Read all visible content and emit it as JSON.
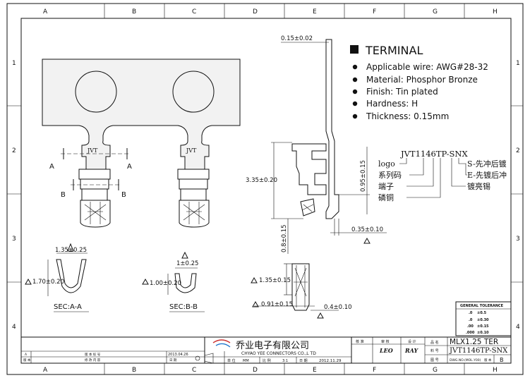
{
  "grid": {
    "cols": [
      "A",
      "B",
      "C",
      "D",
      "E",
      "F",
      "G",
      "H"
    ],
    "rows": [
      "1",
      "2",
      "3",
      "4"
    ]
  },
  "spec": {
    "title": "TERMINAL",
    "items": [
      "Applicable wire: AWG#28-32",
      "Material: Phosphor Bronze",
      "Finish: Tin plated",
      "Hardness: H",
      "Thickness: 0.15mm"
    ]
  },
  "part_code": {
    "code": "JVT1146TP-SNX",
    "left_labels": [
      "logo",
      "系列码",
      "端子",
      "磷铜"
    ],
    "right_labels": [
      "S-先冲后镀",
      "E-先镀后冲",
      "镀亮锡"
    ]
  },
  "dims": {
    "thk_top": "0.15±0.02",
    "h335": "3.35±0.20",
    "h095": "0.95±0.15",
    "w035": "0.35±0.10",
    "h08": "0.8±0.15",
    "h135": "1.35±0.15",
    "w091": "0.91±0.15",
    "w04": "0.4±0.10",
    "secA_w": "1.35±0.25",
    "secA_h": "1.70±0.20",
    "secB_w": "1±0.25",
    "secB_h": "1.00±0.20",
    "sec_a": "SEC:A-A",
    "sec_b": "SEC:B-B",
    "cut_a": "A",
    "cut_b": "B",
    "stamp": "JVT"
  },
  "tolerance": {
    "title": "GENERAL TOLERANCE",
    "rows": [
      [
        ".0",
        "±0.5"
      ],
      [
        ".0",
        "±0.30"
      ],
      [
        ".00",
        "±0.15"
      ],
      [
        ".000",
        "±0.10"
      ]
    ]
  },
  "titleblock": {
    "company_cn": "乔业电子有限公司",
    "company_en": "CHYAO YEE CONNECTORS CO.,L TD",
    "approve_label": "核 准",
    "review_label": "审 核",
    "design_label": "设 计",
    "approve_sig": "",
    "review_sig": "LEO",
    "design_sig": "RAY",
    "name_label": "品 名",
    "name_value": "MLX1.25 TER",
    "partno_label": "料 号",
    "partno_value": "JVT1146TP-SNX",
    "dwgno_label": "图 号",
    "dwgno_value": "DWG.NO.(MOL.Y00)",
    "ver_label": "版 本",
    "ver_value": "B",
    "unit_label": "单 位",
    "unit_value": "MM",
    "scale_label": "比 例",
    "scale_value": "3:1",
    "date_label": "日 期",
    "date_value": "2012.11.29",
    "rev_date": "2013.04.26",
    "rev_label_a": "版 本 标 号",
    "rev_label_b": "修 改 内 容",
    "rev_mark": "A",
    "date_hdr": "日 期",
    "ver_hdr": "版 本"
  }
}
